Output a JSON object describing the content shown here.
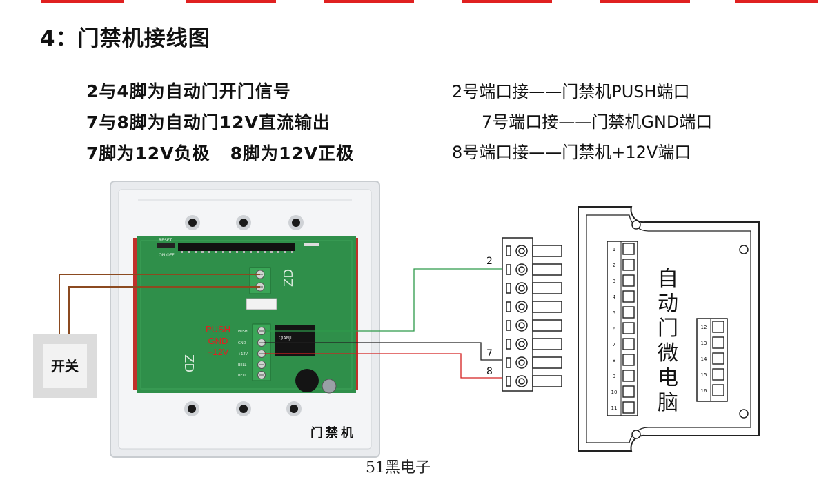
{
  "title": "4：门禁机接线图",
  "notes_left": [
    "2与4脚为自动门开门信号",
    "7与8脚为自动门12V直流输出",
    "7脚为12V负极   8脚为12V正极"
  ],
  "notes_right": [
    "2号端口接——门禁机PUSH端口",
    "7号端口接——门禁机GND端口",
    "8号端口接——门禁机+12V端口"
  ],
  "switch_label": "开关",
  "device_label": "门禁机",
  "board": {
    "reset_label": "RESET",
    "on_off_label": "ON OFF",
    "zd_label": "ZD",
    "relay_label": "QIANJI",
    "terminal_labels": [
      "PUSH",
      "GND",
      "+12V",
      "BELL",
      "BELL"
    ],
    "wire_labels": [
      "PUSH",
      "GND",
      "+12V"
    ]
  },
  "connector_pin_labels": [
    "2",
    "7",
    "8"
  ],
  "computer_label": "自动门微电脑",
  "computer_pins_left": [
    "1",
    "2",
    "3",
    "4",
    "5",
    "6",
    "7",
    "8",
    "9",
    "10",
    "11"
  ],
  "computer_pins_right": [
    "12",
    "13",
    "14",
    "15",
    "16"
  ],
  "watermark": "51黑电子",
  "colors": {
    "wire_brown": "#8b4a20",
    "wire_green": "#2e9a4a",
    "wire_red": "#d42020",
    "board_green": "#2f8f4a",
    "accent_red": "#e02020"
  }
}
